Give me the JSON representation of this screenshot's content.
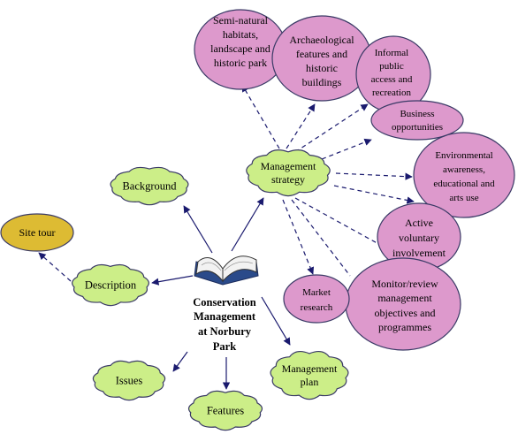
{
  "center": {
    "title_lines": [
      "Conservation",
      "Management",
      "at Norbury",
      "Park"
    ]
  },
  "nodes": {
    "management_strategy": [
      "Management",
      "strategy"
    ],
    "background": [
      "Background"
    ],
    "description": [
      "Description"
    ],
    "site_tour": [
      "Site tour"
    ],
    "issues": [
      "Issues"
    ],
    "features": [
      "Features"
    ],
    "management_plan": [
      "Management",
      "plan"
    ],
    "semi_natural": [
      "Semi-natural",
      "habitats,",
      "landscape and",
      "historic park"
    ],
    "archaeological": [
      "Archaeological",
      "features and",
      "historic",
      "buildings"
    ],
    "informal_access": [
      "Informal",
      "public",
      "access and",
      "recreation"
    ],
    "business": [
      "Business",
      "opportunities"
    ],
    "environmental": [
      "Environmental",
      "awareness,",
      "educational and",
      "arts use"
    ],
    "active_voluntary": [
      "Active",
      "voluntary",
      "involvement"
    ],
    "market_research": [
      "Market",
      "research"
    ],
    "monitor_review": [
      "Monitor/review",
      "management",
      "objectives and",
      "programmes"
    ]
  },
  "colors": {
    "cloud_fill": "#ccee88",
    "pink_fill": "#dd99cc",
    "site_tour_fill": "#ddbb33",
    "outline": "#3a3a66",
    "arrow": "#1a1a6e"
  }
}
